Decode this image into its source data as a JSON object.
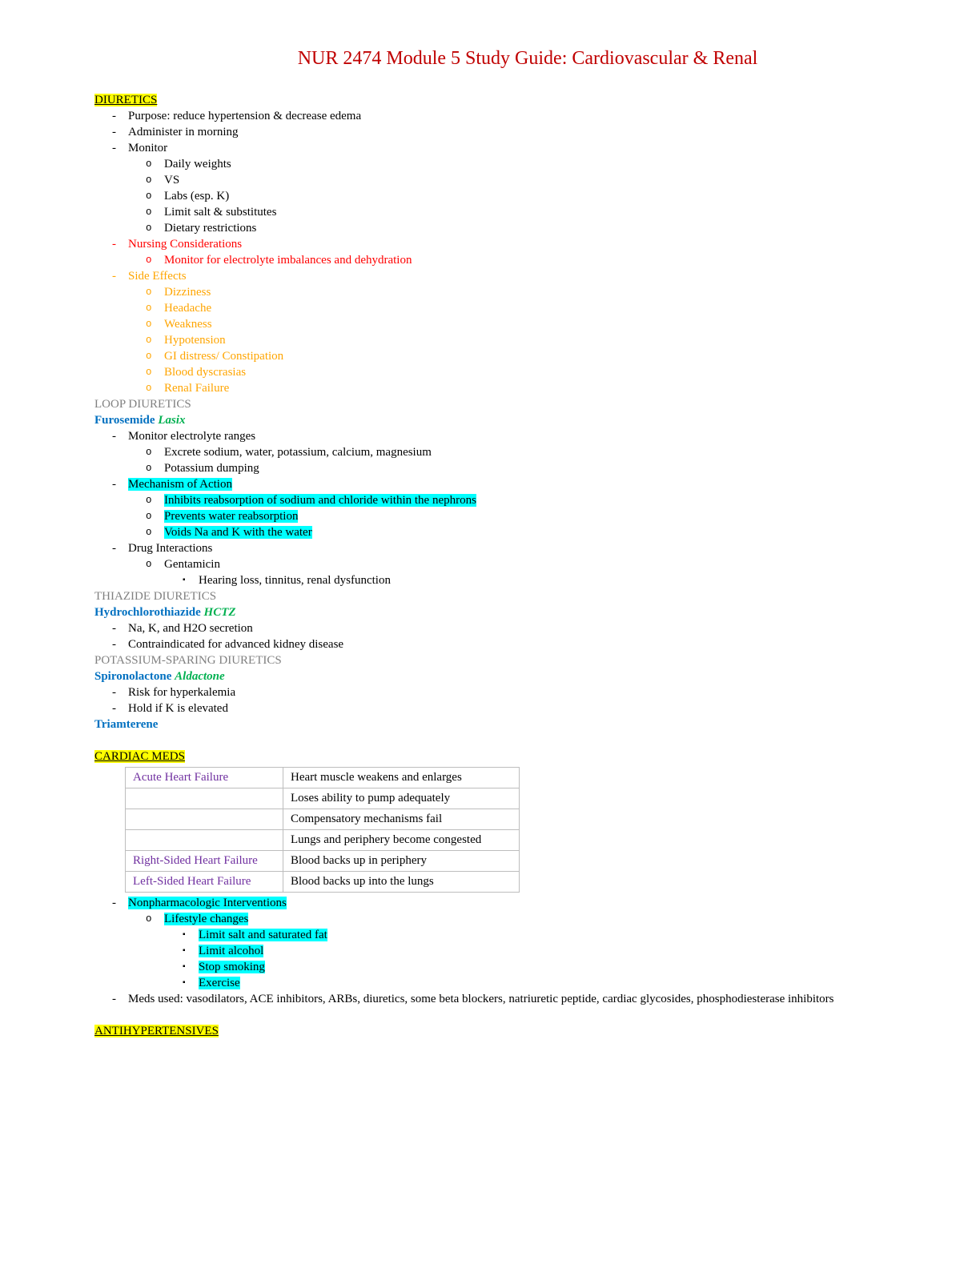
{
  "page": {
    "title": "NUR 2474 Module 5 Study Guide: Cardiovascular & Renal"
  },
  "colors": {
    "title_red": "#c00000",
    "highlight_yellow": "#ffff00",
    "highlight_cyan": "#00ffff",
    "text_red": "#ff0000",
    "text_orange": "#ffa500",
    "text_gray": "#808080",
    "drug_blue": "#0070c0",
    "brand_green": "#00b050",
    "table_purple": "#7030a0"
  },
  "markers": {
    "dash": "-",
    "circle": "o",
    "square": "▪"
  },
  "diuretics": {
    "heading": "DIURETICS",
    "purpose": "Purpose: reduce hypertension & decrease edema",
    "administer": "Administer in morning",
    "monitor": "Monitor",
    "monitor_items": [
      "Daily weights",
      "VS",
      "Labs (esp. K)",
      "Limit salt & substitutes",
      "Dietary restrictions"
    ],
    "nursing": "Nursing Considerations",
    "nursing_note": "Monitor for electrolyte imbalances and dehydration",
    "side_effects": "Side Effects",
    "side_effects_items": [
      "Dizziness",
      "Headache",
      "Weakness",
      "Hypotension",
      "GI distress/ Constipation",
      "Blood dyscrasias",
      "Renal Failure"
    ]
  },
  "loop": {
    "heading": "LOOP DIURETICS",
    "drug": "Furosemide",
    "brand": "Lasix",
    "monitor": "Monitor electrolyte ranges",
    "monitor_items": [
      "Excrete sodium, water, potassium, calcium, magnesium",
      "Potassium dumping"
    ],
    "moa": "Mechanism of Action",
    "moa_items": [
      "Inhibits reabsorption of sodium and chloride within the nephrons",
      "Prevents water reabsorption",
      "Voids Na and K with the water"
    ],
    "interactions": "Drug Interactions",
    "interaction_drug": "Gentamicin",
    "interaction_effects": "Hearing loss, tinnitus, renal dysfunction"
  },
  "thiazide": {
    "heading": "THIAZIDE DIURETICS",
    "drug": "Hydrochlorothiazide",
    "brand": "HCTZ",
    "items": [
      "Na, K, and H2O secretion",
      "Contraindicated for advanced kidney disease"
    ]
  },
  "potassium_sparing": {
    "heading": "POTASSIUM-SPARING DIURETICS",
    "drug": "Spironolactone",
    "brand": "Aldactone",
    "items": [
      "Risk for hyperkalemia",
      "Hold if K is elevated"
    ],
    "drug2": "Triamterene"
  },
  "cardiac": {
    "heading": "CARDIAC MEDS",
    "table": {
      "rows": [
        {
          "label": "Acute Heart Failure",
          "value": "Heart muscle weakens and enlarges"
        },
        {
          "label": "",
          "value": "Loses ability to pump adequately"
        },
        {
          "label": "",
          "value": "Compensatory mechanisms fail"
        },
        {
          "label": "",
          "value": "Lungs and periphery become congested"
        },
        {
          "label": "Right-Sided Heart Failure",
          "value": "Blood backs up in periphery"
        },
        {
          "label": "Left-Sided Heart Failure",
          "value": "Blood backs up into the lungs"
        }
      ]
    },
    "nonpharm": "Nonpharmacologic Interventions",
    "lifestyle": "Lifestyle changes",
    "lifestyle_items": [
      "Limit salt and saturated fat",
      "Limit alcohol",
      "Stop smoking",
      "Exercise"
    ],
    "meds_used": "Meds used: vasodilators, ACE inhibitors, ARBs, diuretics, some beta blockers, natriuretic peptide, cardiac glycosides, phosphodiesterase inhibitors"
  },
  "antihypertensives": {
    "heading": "ANTIHYPERTENSIVES"
  }
}
